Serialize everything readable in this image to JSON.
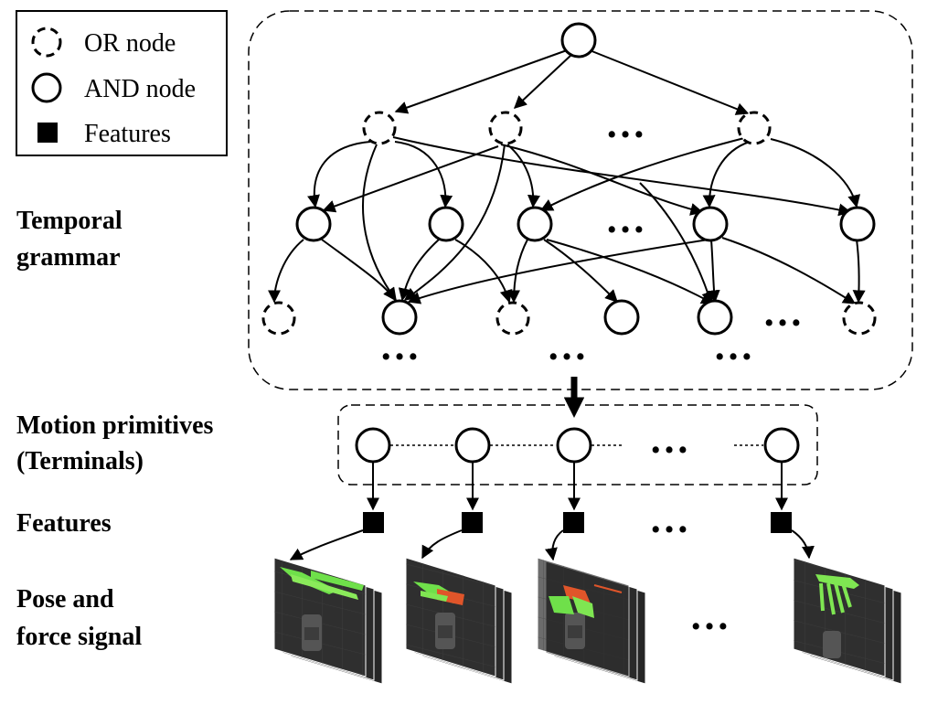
{
  "legend": {
    "or_node": "OR node",
    "and_node": "AND node",
    "features": "Features"
  },
  "labels": {
    "temporal_line1": "Temporal",
    "temporal_line2": "grammar",
    "motion_line1": "Motion primitives",
    "motion_line2": "(Terminals)",
    "features": "Features",
    "pose_line1": "Pose and",
    "pose_line2": "force signal"
  },
  "ellipsis": "…"
}
